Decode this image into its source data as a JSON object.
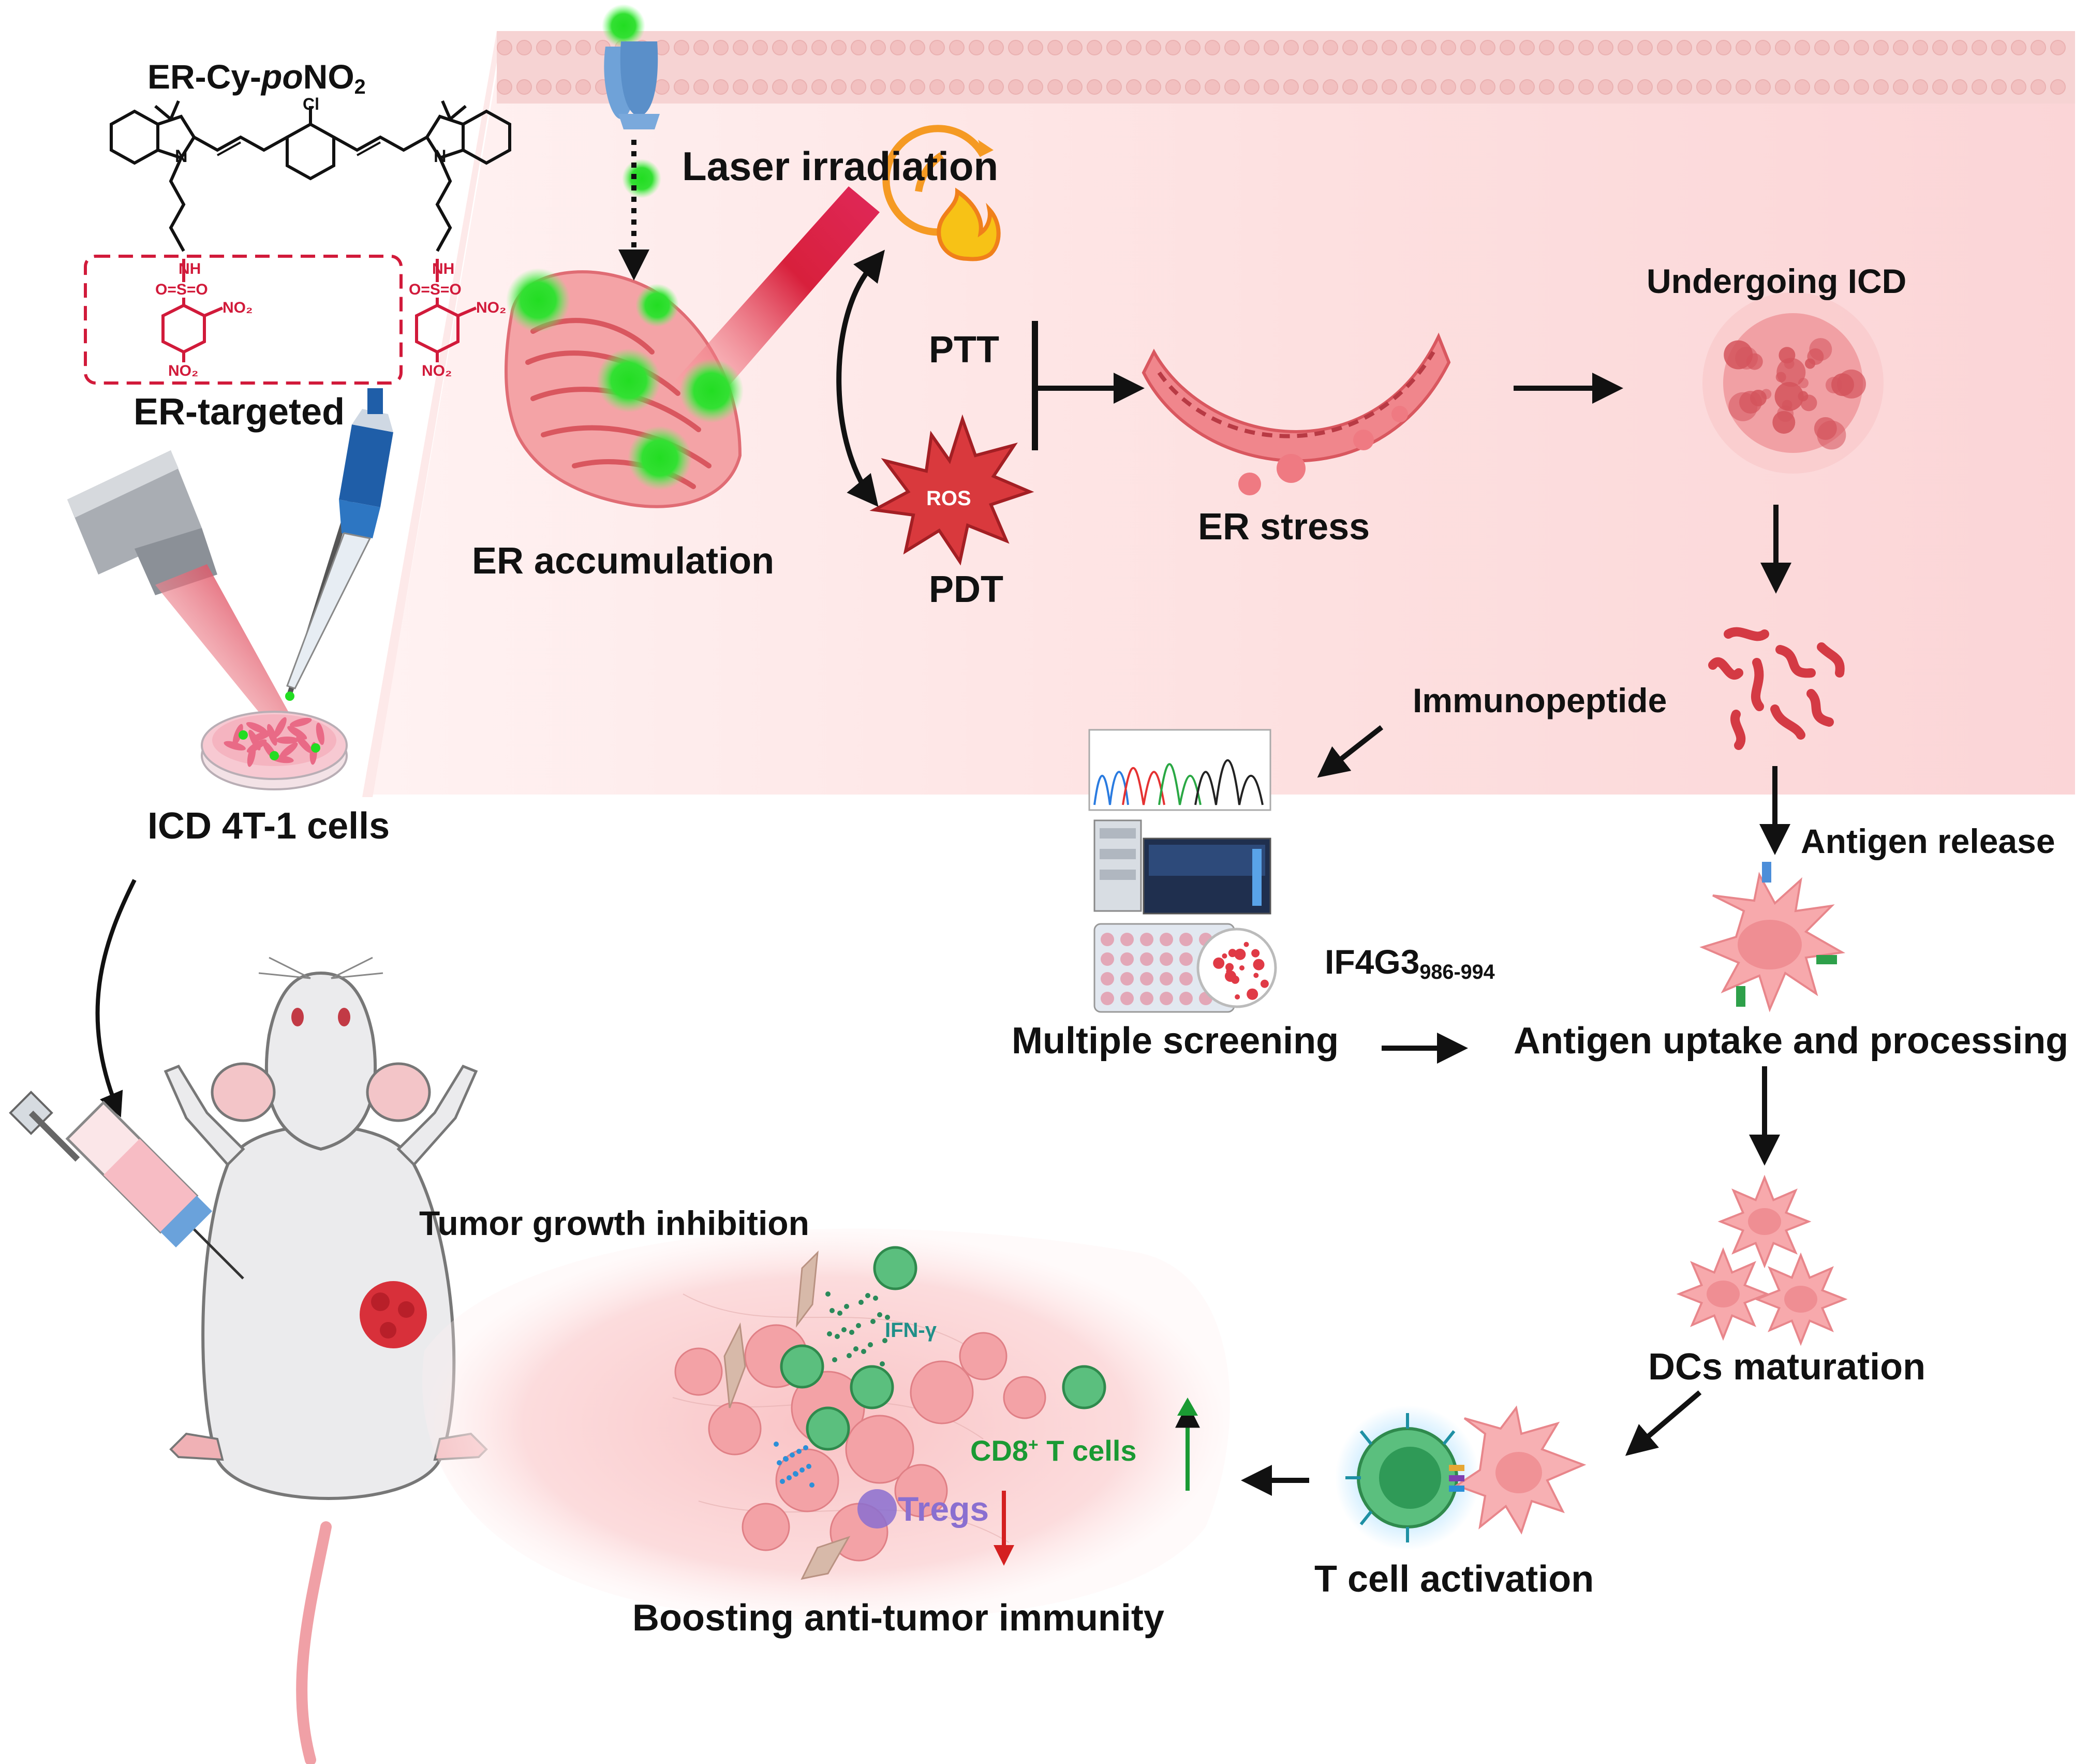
{
  "compound": {
    "name_prefix": "ER-Cy-",
    "name_italic": "po",
    "name_suffix": "NO",
    "name_sub": "2",
    "chem": {
      "cl": "Cl",
      "nh": "NH",
      "so2": "O=S=O",
      "no2": "NO₂",
      "n_plus": "N"
    },
    "targeted_label": "ER-targeted"
  },
  "colors": {
    "dye_green": "#22dd22",
    "cell_pink": "#f4a3a6",
    "er_red": "#e04a55",
    "laser": "#e0285a",
    "tcell_green": "#5bbf7e",
    "treg_purple": "#8a6fd0",
    "up_green": "#1a9a33",
    "down_red": "#d42020",
    "highlight_red": "#e0294a"
  },
  "labels": {
    "laser_irradiation": "Laser irradiation",
    "ptt": "PTT",
    "pdt": "PDT",
    "ros": "ROS",
    "er_accumulation": "ER accumulation",
    "er_stress": "ER stress",
    "undergoing_icd": "Undergoing ICD",
    "immunopeptide": "Immunopeptide",
    "antigen_release": "Antigen release",
    "peptide_name": "IF4G3",
    "peptide_sub": "986-994",
    "multiple_screening": "Multiple screening",
    "antigen_uptake": "Antigen uptake and processing",
    "dcs_maturation": "DCs maturation",
    "t_cell_activation": "T cell activation",
    "icd_cells": "ICD 4T-1 cells",
    "tumor_growth": "Tumor growth inhibition",
    "boosting": "Boosting anti-tumor immunity",
    "ifn": "IFN-γ",
    "cd8_prefix": "CD8",
    "cd8_sup": "+",
    "cd8_suffix": " T cells",
    "tregs": "Tregs"
  },
  "icons": {
    "pipette": "pipette-icon",
    "laser_device": "laser-device-icon",
    "petri_dish": "petri-dish-icon",
    "mouse": "mouse-icon",
    "syringe": "syringe-icon",
    "fire": "fire-icon",
    "burst": "ros-burst-icon",
    "chromatogram": "chromatogram-icon",
    "ms_instrument": "mass-spectrometer-icon",
    "well_plate": "well-plate-icon"
  }
}
